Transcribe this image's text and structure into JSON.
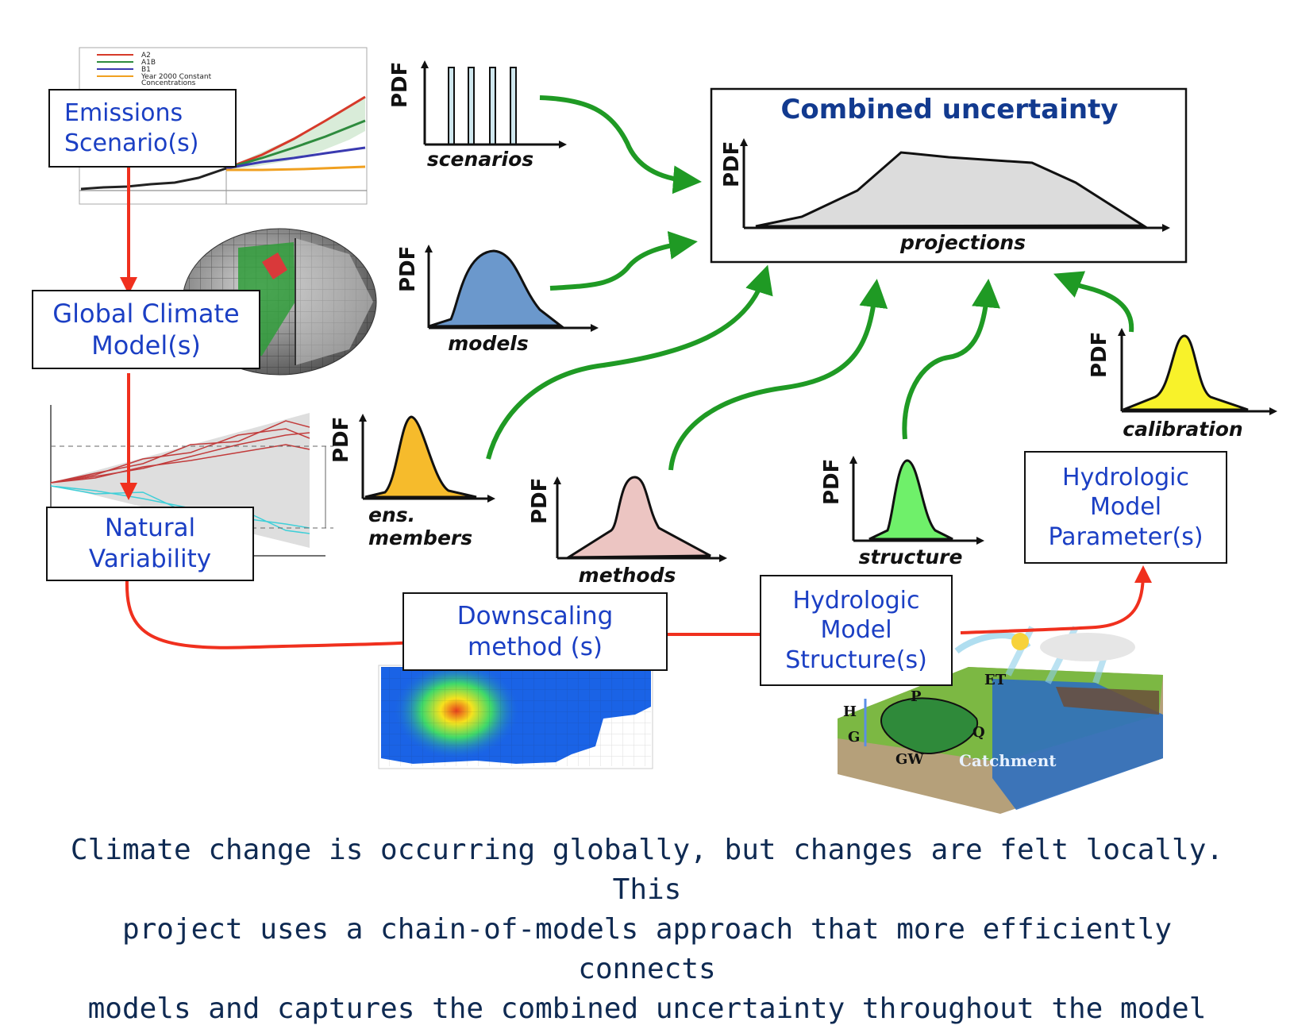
{
  "boxes": {
    "emissions": [
      "Emissions",
      "Scenario(s)"
    ],
    "gcm": [
      "Global Climate",
      "Model(s)"
    ],
    "natural": [
      "Natural",
      "Variability"
    ],
    "downscaling": [
      "Downscaling",
      "method (s)"
    ],
    "hydro_structure": [
      "Hydrologic",
      "Model",
      "Structure(s)"
    ],
    "hydro_params": [
      "Hydrologic",
      "Model",
      "Parameter(s)"
    ]
  },
  "combined": {
    "title": "Combined uncertainty",
    "x_label": "projections",
    "y_label": "PDF"
  },
  "pdf_panels": {
    "y_label": "PDF",
    "scenarios": "scenarios",
    "models": "models",
    "ens_members": [
      "ens.",
      "members"
    ],
    "methods": "methods",
    "structure": "structure",
    "calibration": "calibration"
  },
  "legend": [
    "A2",
    "A1B",
    "B1",
    "Year 2000 Constant",
    "Concentrations"
  ],
  "hydro_illustration": {
    "labels": [
      "ET",
      "P",
      "H",
      "Q",
      "G",
      "GW",
      "Catchment"
    ]
  },
  "caption": [
    "Climate change is occurring globally, but changes are felt locally. This",
    "project uses a chain-of-models approach that more efficiently connects",
    "models and captures the combined uncertainty throughout the model"
  ],
  "colors": {
    "box_text": "#1b3fc4",
    "chain_arrow": "#f0301e",
    "uncertainty_arrow": "#1f9a24",
    "models_fill": "#6b98cc",
    "ens_fill": "#f6bb2c",
    "methods_fill": "#ecc5c2",
    "structure_fill": "#6ff06a",
    "calibration_fill": "#f8f22a",
    "combined_fill": "#dcdcdc"
  }
}
